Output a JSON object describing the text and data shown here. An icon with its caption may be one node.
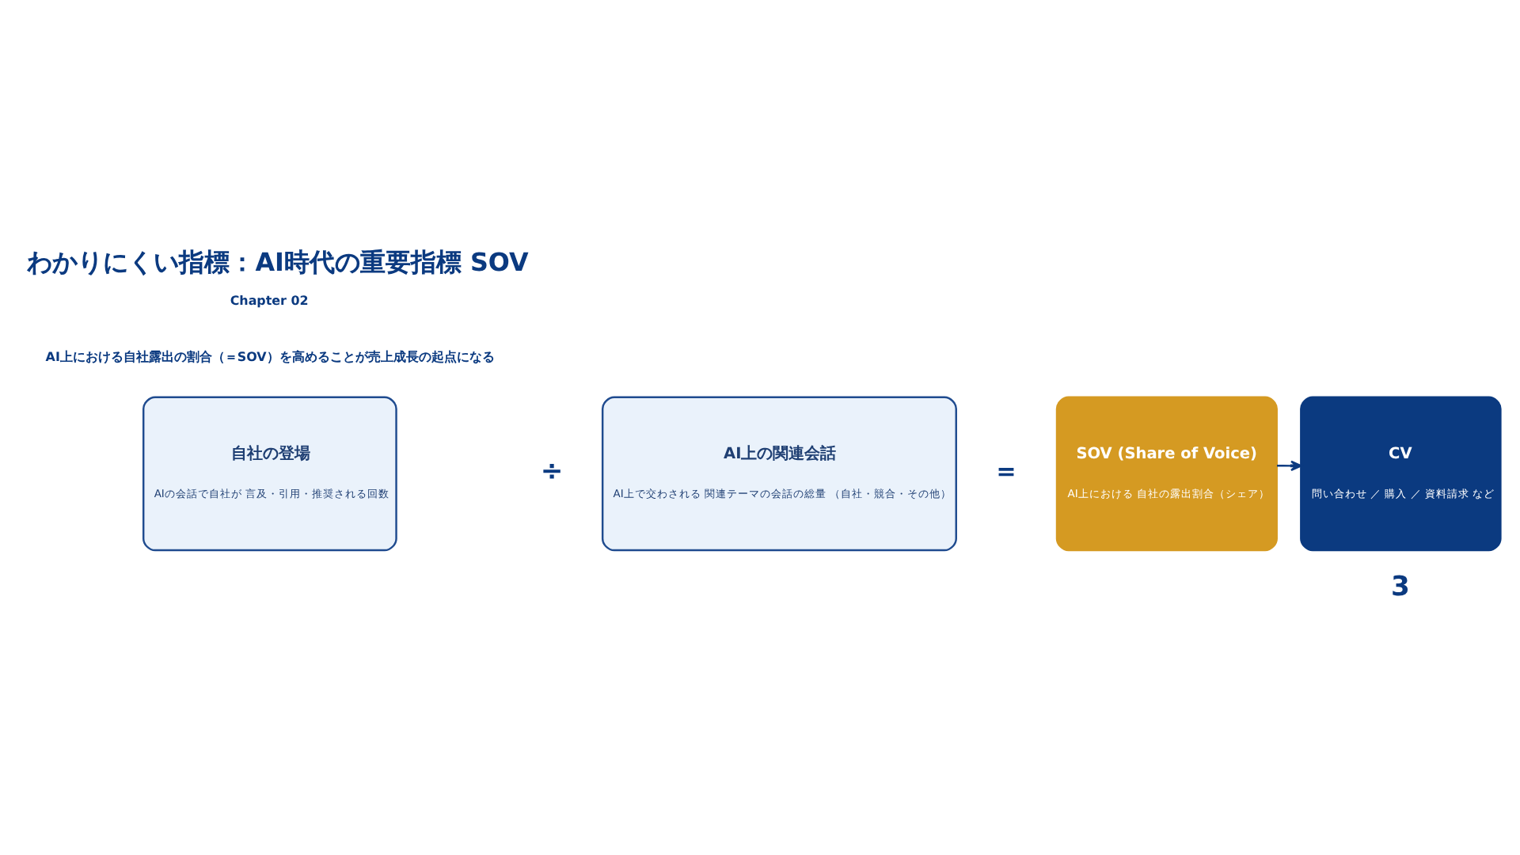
{
  "diagram": {
    "title": "わかりにくい指標：AI時代の重要指標 SOV",
    "nodes": [
      {
        "text": [
          "自社の登場",
          "AIの会話で自社が 言及・引用・推奨される回数"
        ]
      },
      {
        "text": [
          "AI上の関連会話",
          "AI上で交わされる 関連テーマの会話の総量 （自社・競合・その他）"
        ]
      },
      {
        "text": [
          "SOV (Share of Voice)",
          "AI上における 自社の露出割合（シェア）"
        ]
      },
      {
        "text": [
          "CV",
          "問い合わせ ／ 購入 ／ 資料請求 など"
        ]
      }
    ],
    "edges": [
      {
        "from": 2,
        "to": 3,
        "arrow": "to"
      }
    ],
    "labels": [
      "Chapter 02",
      "AI上における自社露出の割合（＝SOV）を高めることが売上成長の起点になる",
      "÷",
      "＝",
      "3"
    ]
  }
}
